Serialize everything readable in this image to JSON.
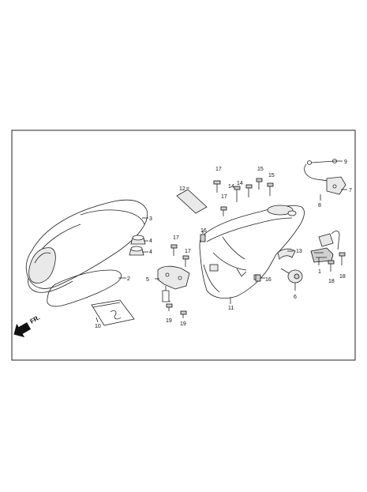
{
  "diagram": {
    "direction_label": "FR.",
    "callouts": [
      "1",
      "2",
      "3",
      "4",
      "4",
      "5",
      "6",
      "7",
      "8",
      "9",
      "10",
      "11",
      "12",
      "13",
      "14",
      "14",
      "15",
      "15",
      "16",
      "16",
      "17",
      "17",
      "17",
      "17",
      "18",
      "18",
      "19",
      "19"
    ]
  }
}
